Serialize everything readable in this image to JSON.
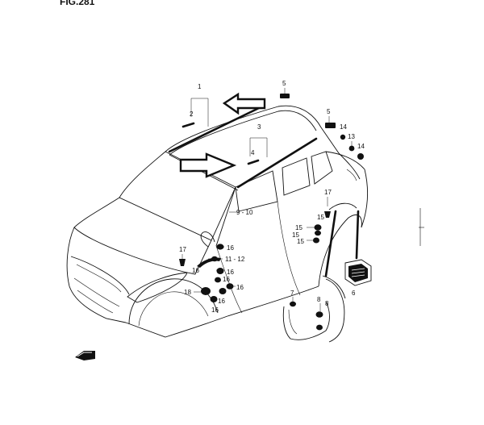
{
  "figure": {
    "title": "FIG.281"
  },
  "labels": {
    "l1": "1",
    "l2": "2",
    "l3": "3",
    "l4": "4",
    "l5a": "5",
    "l5b": "5",
    "l6": "6",
    "l7": "7",
    "l8": "8",
    "l910": "9 - 10",
    "l1112": "11 - 12",
    "l13": "13",
    "l14a": "14",
    "l14b": "14",
    "l15a": "15",
    "l15b": "15",
    "l15c": "15",
    "l16a": "16",
    "l16b": "16",
    "l16c": "16",
    "l16d": "16",
    "l16e": "16",
    "l16f": "16",
    "l16g": "16",
    "l17a": "17",
    "l17b": "17",
    "l18": "18"
  }
}
